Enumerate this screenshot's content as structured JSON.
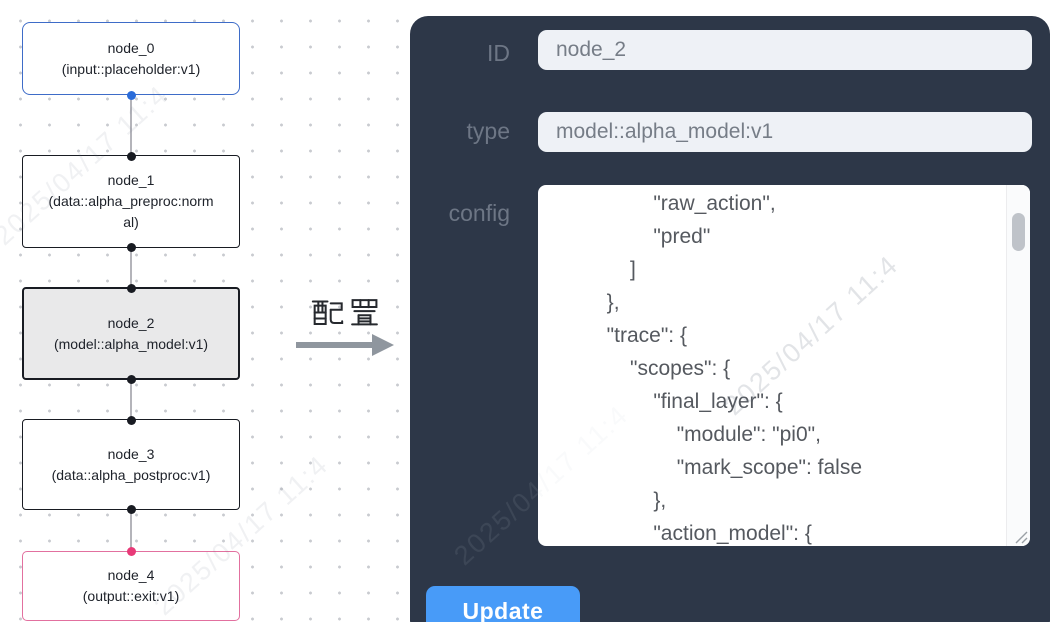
{
  "canvas": {
    "nodes": [
      {
        "id": "node_0",
        "label": "node_0\n(input::placeholder:v1)",
        "kind": "input"
      },
      {
        "id": "node_1",
        "label": "node_1\n(data::alpha_preproc:normal)",
        "kind": "process"
      },
      {
        "id": "node_2",
        "label": "node_2\n(model::alpha_model:v1)",
        "kind": "process",
        "selected": true
      },
      {
        "id": "node_3",
        "label": "node_3\n(data::alpha_postproc:v1)",
        "kind": "process"
      },
      {
        "id": "node_4",
        "label": "node_4\n(output::exit:v1)",
        "kind": "output"
      }
    ]
  },
  "transfer": {
    "label": "配置"
  },
  "panel": {
    "id_label": "ID",
    "id_value": "node_2",
    "type_label": "type",
    "type_value": "model::alpha_model:v1",
    "config_label": "config",
    "config_value": "                \"raw_action\",\n                \"pred\"\n            ]\n        },\n        \"trace\": {\n            \"scopes\": {\n                \"final_layer\": {\n                    \"module\": \"pi0\",\n                    \"mark_scope\": false\n                },\n                \"action_model\": {",
    "update_label": "Update"
  },
  "watermark": {
    "text": "2025/04/17 11:4"
  },
  "colors": {
    "panel_bg": "#2d3748",
    "accent_blue": "#489bf8",
    "input_node_border": "#3e6cc8",
    "output_node_border": "#e2709f",
    "default_node_border": "#181b22",
    "selected_node_bg": "#e9e9ea",
    "edge_gray": "#b4b4ba"
  }
}
